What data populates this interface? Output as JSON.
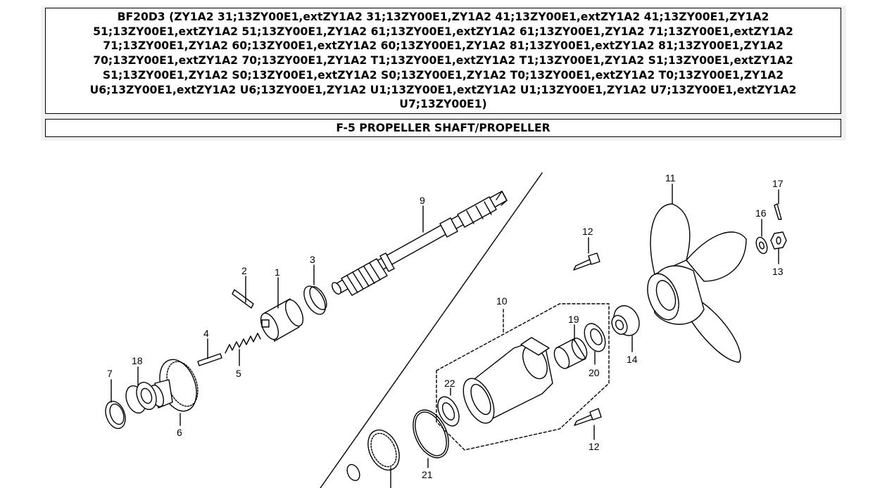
{
  "header": {
    "title": "BF20D3 (ZY1A2 31;13ZY00E1,extZY1A2 31;13ZY00E1,ZY1A2 41;13ZY00E1,extZY1A2 41;13ZY00E1,ZY1A2 51;13ZY00E1,extZY1A2 51;13ZY00E1,ZY1A2 61;13ZY00E1,extZY1A2 61;13ZY00E1,ZY1A2 71;13ZY00E1,extZY1A2 71;13ZY00E1,ZY1A2 60;13ZY00E1,extZY1A2 60;13ZY00E1,ZY1A2 81;13ZY00E1,extZY1A2 81;13ZY00E1,ZY1A2 70;13ZY00E1,extZY1A2 70;13ZY00E1,ZY1A2 T1;13ZY00E1,extZY1A2 T1;13ZY00E1,ZY1A2 S1;13ZY00E1,extZY1A2 S1;13ZY00E1,ZY1A2 S0;13ZY00E1,extZY1A2 S0;13ZY00E1,ZY1A2 T0;13ZY00E1,extZY1A2 T0;13ZY00E1,ZY1A2 U6;13ZY00E1,extZY1A2 U6;13ZY00E1,ZY1A2 U1;13ZY00E1,extZY1A2 U1;13ZY00E1,ZY1A2 U7;13ZY00E1,extZY1A2 U7;13ZY00E1)",
    "section": "F-5 PROPELLER SHAFT/PROPELLER"
  },
  "diagram": {
    "callouts": {
      "c1": "1",
      "c2": "2",
      "c3": "3",
      "c4": "4",
      "c5": "5",
      "c6": "6",
      "c7": "7",
      "c9": "9",
      "c10": "10",
      "c11": "11",
      "c12a": "12",
      "c12b": "12",
      "c13": "13",
      "c14": "14",
      "c16": "16",
      "c17": "17",
      "c18": "18",
      "c19": "19",
      "c20": "20",
      "c21": "21",
      "c22": "22"
    }
  }
}
